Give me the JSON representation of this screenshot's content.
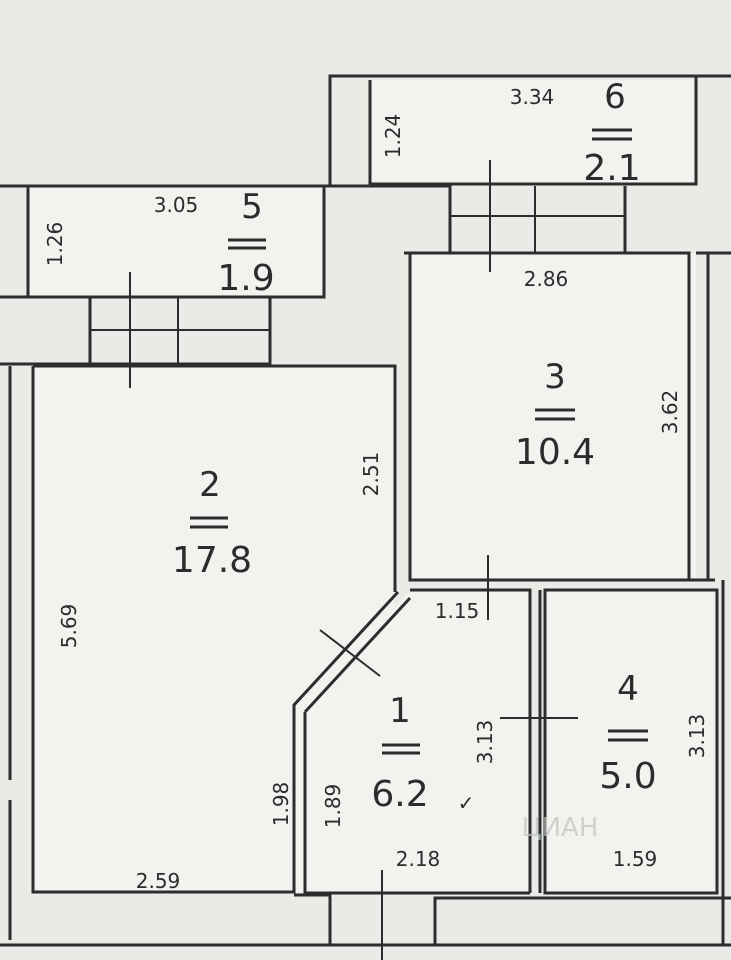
{
  "rooms": [
    {
      "id": "1",
      "area": "6.2"
    },
    {
      "id": "2",
      "area": "17.8"
    },
    {
      "id": "3",
      "area": "10.4"
    },
    {
      "id": "4",
      "area": "5.0"
    },
    {
      "id": "5",
      "area": "1.9"
    },
    {
      "id": "6",
      "area": "2.1"
    }
  ],
  "dimensions": {
    "d_334": "3.34",
    "d_124": "1.24",
    "d_305": "3.05",
    "d_126": "1.26",
    "d_286": "2.86",
    "d_362": "3.62",
    "d_251": "2.51",
    "d_569": "5.69",
    "d_115": "1.15",
    "d_313_a": "3.13",
    "d_313_b": "3.13",
    "d_198": "1.98",
    "d_189": "1.89",
    "d_259": "2.59",
    "d_218": "2.18",
    "d_159": "1.59"
  },
  "marks": {
    "check": "✓"
  },
  "watermark": {
    "text": "ЦИАН"
  }
}
